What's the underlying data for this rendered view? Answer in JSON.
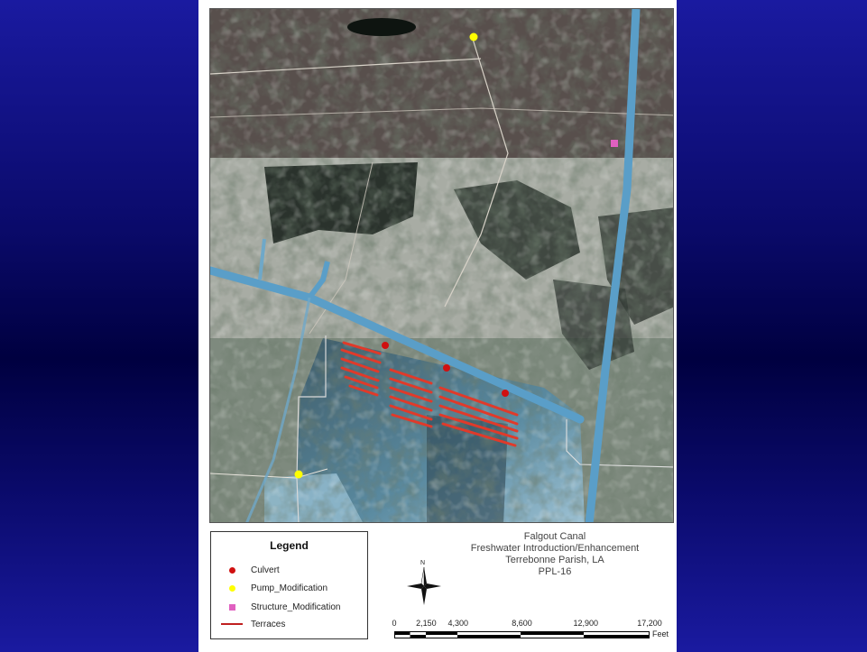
{
  "legend": {
    "title": "Legend",
    "items": [
      {
        "label": "Culvert",
        "symbol": "dot",
        "color": "#d01010"
      },
      {
        "label": "Pump_Modification",
        "symbol": "dot",
        "color": "#ffff00"
      },
      {
        "label": "Structure_Modification",
        "symbol": "square",
        "color": "#e060c0"
      },
      {
        "label": "Terraces",
        "symbol": "line",
        "color": "#c02020"
      }
    ]
  },
  "title_block": {
    "line1": "Falgout Canal",
    "line2": "Freshwater Introduction/Enhancement",
    "line3": "Terrebonne Parish, LA",
    "line4": "PPL-16"
  },
  "north_arrow": {
    "label": "N"
  },
  "scale_bar": {
    "ticks": [
      "0",
      "2,150",
      "4,300",
      "8,600",
      "12,900",
      "17,200"
    ],
    "tick_values": [
      0,
      2150,
      4300,
      8600,
      12900,
      17200
    ],
    "units": "Feet"
  },
  "colors": {
    "background_top": "#1a1aa0",
    "background_mid": "#000040",
    "canal": "#5a9ec8",
    "culvert": "#d01010",
    "pump": "#ffff00",
    "structure": "#e060c0",
    "terrace": "#e03a2a"
  }
}
